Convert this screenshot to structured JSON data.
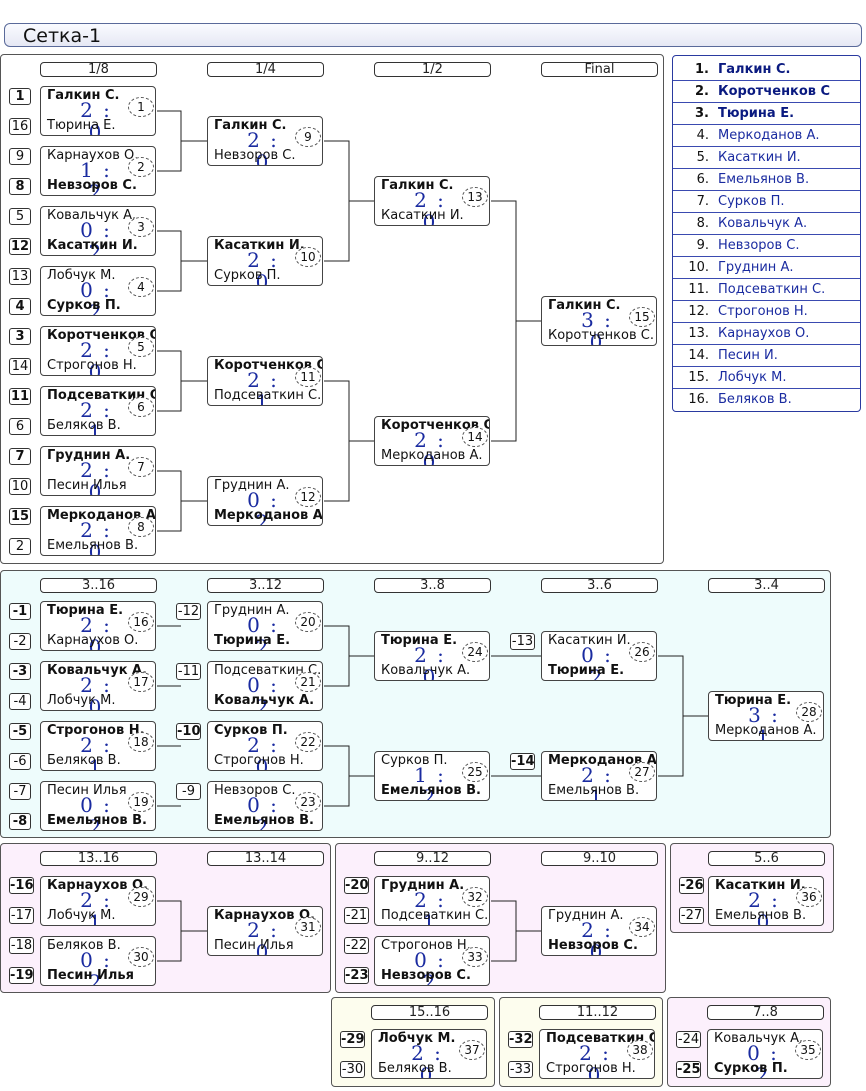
{
  "title": "Сетка-1",
  "ranking": [
    {
      "place": "1.",
      "name": "Галкин С."
    },
    {
      "place": "2.",
      "name": "Коротченков С"
    },
    {
      "place": "3.",
      "name": "Тюрина Е."
    },
    {
      "place": "4.",
      "name": "Меркоданов А."
    },
    {
      "place": "5.",
      "name": "Касаткин И."
    },
    {
      "place": "6.",
      "name": "Емельянов В."
    },
    {
      "place": "7.",
      "name": "Сурков П."
    },
    {
      "place": "8.",
      "name": "Ковальчук А."
    },
    {
      "place": "9.",
      "name": "Невзоров С."
    },
    {
      "place": "10.",
      "name": "Груднин А."
    },
    {
      "place": "11.",
      "name": "Подсеваткин С."
    },
    {
      "place": "12.",
      "name": "Строгонов Н."
    },
    {
      "place": "13.",
      "name": "Карнаухов О."
    },
    {
      "place": "14.",
      "name": "Песин И."
    },
    {
      "place": "15.",
      "name": "Лобчук М."
    },
    {
      "place": "16.",
      "name": "Беляков В."
    }
  ],
  "stages": [
    "1/8",
    "1/4",
    "1/2",
    "Final",
    "3..16",
    "3..12",
    "3..8",
    "3..6",
    "3..4",
    "13..16",
    "13..14",
    "9..12",
    "9..10",
    "5..6",
    "15..16",
    "11..12",
    "7..8"
  ],
  "seeds": [
    "1",
    "16",
    "9",
    "8",
    "5",
    "12",
    "13",
    "4",
    "3",
    "14",
    "11",
    "6",
    "7",
    "10",
    "15",
    "2",
    "-1",
    "-2",
    "-3",
    "-4",
    "-5",
    "-6",
    "-7",
    "-8",
    "-12",
    "-11",
    "-10",
    "-9",
    "-13",
    "-14",
    "-16",
    "-17",
    "-18",
    "-19",
    "-20",
    "-21",
    "-22",
    "-23",
    "-26",
    "-27",
    "-29",
    "-30",
    "-32",
    "-33",
    "-24",
    "-25"
  ],
  "matches": [
    {
      "num": "1",
      "p1": "Галкин С.",
      "p2": "Тюрина Е.",
      "score": "2 : 0"
    },
    {
      "num": "2",
      "p1": "Карнаухов О.",
      "p2": "Невзоров С.",
      "score": "1 : 2"
    },
    {
      "num": "3",
      "p1": "Ковальчук А.",
      "p2": "Касаткин И.",
      "score": "0 : 2"
    },
    {
      "num": "4",
      "p1": "Лобчук М.",
      "p2": "Сурков П.",
      "score": "0 : 2"
    },
    {
      "num": "5",
      "p1": "Коротченков С",
      "p2": "Строгонов Н.",
      "score": "2 : 0"
    },
    {
      "num": "6",
      "p1": "Подсеваткин С",
      "p2": "Беляков В.",
      "score": "2 : 1"
    },
    {
      "num": "7",
      "p1": "Груднин А.",
      "p2": "Песин Илья",
      "score": "2 : 0"
    },
    {
      "num": "8",
      "p1": "Меркоданов А",
      "p2": "Емельянов В.",
      "score": "2 : 0"
    },
    {
      "num": "9",
      "p1": "Галкин С.",
      "p2": "Невзоров С.",
      "score": "2 : 0"
    },
    {
      "num": "10",
      "p1": "Касаткин И.",
      "p2": "Сурков П.",
      "score": "2 : 0"
    },
    {
      "num": "11",
      "p1": "Коротченков С",
      "p2": "Подсеваткин С.",
      "score": "2 : 1"
    },
    {
      "num": "12",
      "p1": "Груднин А.",
      "p2": "Меркоданов А",
      "score": "0 : 2"
    },
    {
      "num": "13",
      "p1": "Галкин С.",
      "p2": "Касаткин И.",
      "score": "2 : 0"
    },
    {
      "num": "14",
      "p1": "Коротченков С",
      "p2": "Меркоданов А.",
      "score": "2 : 0"
    },
    {
      "num": "15",
      "p1": "Галкин С.",
      "p2": "Коротченков С.",
      "score": "3 : 0"
    },
    {
      "num": "16",
      "p1": "Тюрина Е.",
      "p2": "Карнаухов О.",
      "score": "2 : 0"
    },
    {
      "num": "17",
      "p1": "Ковальчук А.",
      "p2": "Лобчук М.",
      "score": "2 : 0"
    },
    {
      "num": "18",
      "p1": "Строгонов Н.",
      "p2": "Беляков В.",
      "score": "2 : 1"
    },
    {
      "num": "19",
      "p1": "Песин Илья",
      "p2": "Емельянов В.",
      "score": "0 : 2"
    },
    {
      "num": "20",
      "p1": "Груднин А.",
      "p2": "Тюрина Е.",
      "score": "0 : 2"
    },
    {
      "num": "21",
      "p1": "Подсеваткин С.",
      "p2": "Ковальчук А.",
      "score": "0 : 2"
    },
    {
      "num": "22",
      "p1": "Сурков П.",
      "p2": "Строгонов Н.",
      "score": "2 : 0"
    },
    {
      "num": "23",
      "p1": "Невзоров С.",
      "p2": "Емельянов В.",
      "score": "0 : 2"
    },
    {
      "num": "24",
      "p1": "Тюрина Е.",
      "p2": "Ковальчук А.",
      "score": "2 : 0"
    },
    {
      "num": "25",
      "p1": "Сурков П.",
      "p2": "Емельянов В.",
      "score": "1 : 2"
    },
    {
      "num": "26",
      "p1": "Касаткин И.",
      "p2": "Тюрина Е.",
      "score": "0 : 2"
    },
    {
      "num": "27",
      "p1": "Меркоданов А",
      "p2": "Емельянов В.",
      "score": "2 : 1"
    },
    {
      "num": "28",
      "p1": "Тюрина Е.",
      "p2": "Меркоданов А.",
      "score": "3 : 1"
    },
    {
      "num": "29",
      "p1": "Карнаухов О.",
      "p2": "Лобчук М.",
      "score": "2 : 1"
    },
    {
      "num": "30",
      "p1": "Беляков В.",
      "p2": "Песин Илья",
      "score": "0 : 2"
    },
    {
      "num": "31",
      "p1": "Карнаухов О.",
      "p2": "Песин Илья",
      "score": "2 : 0"
    },
    {
      "num": "32",
      "p1": "Груднин А.",
      "p2": "Подсеваткин С.",
      "score": "2 : 1"
    },
    {
      "num": "33",
      "p1": "Строгонов Н.",
      "p2": "Невзоров С.",
      "score": "0 : 2"
    },
    {
      "num": "34",
      "p1": "Груднин А.",
      "p2": "Невзоров С.",
      "score": "2 : 0"
    },
    {
      "num": "35",
      "p1": "Ковальчук А.",
      "p2": "Сурков П.",
      "score": "0 : 2"
    },
    {
      "num": "36",
      "p1": "Касаткин И.",
      "p2": "Емельянов В.",
      "score": "2 : 0"
    },
    {
      "num": "37",
      "p1": "Лобчук М.",
      "p2": "Беляков В.",
      "score": "2 : 0"
    },
    {
      "num": "38",
      "p1": "Подсеваткин С",
      "p2": "Строгонов Н.",
      "score": "2 : 0"
    }
  ]
}
